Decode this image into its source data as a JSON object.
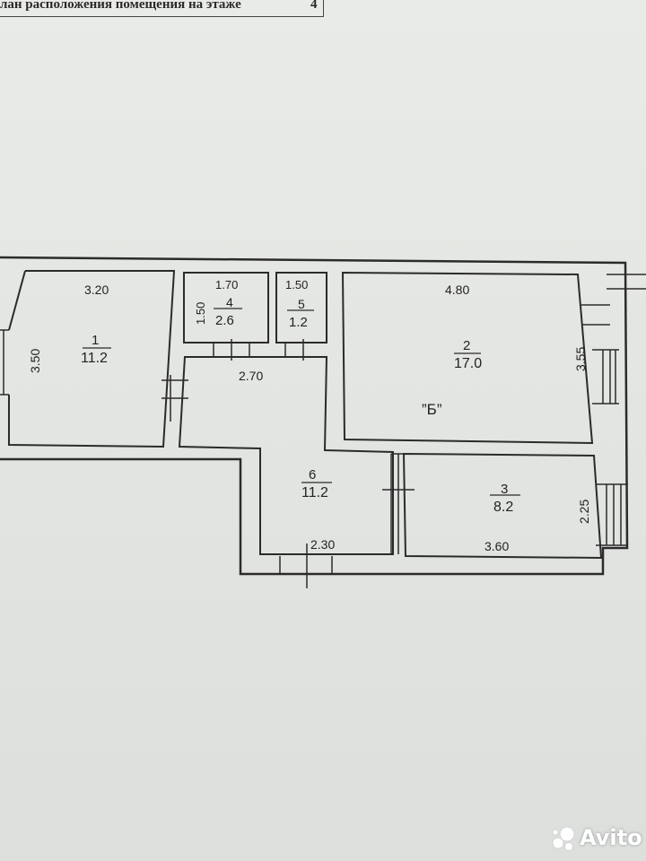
{
  "header": {
    "title": "лан расположения помещения на этаже",
    "floor": "4"
  },
  "rooms": [
    {
      "number": "1",
      "area": "11.2",
      "width": "3.20",
      "height": "3.50"
    },
    {
      "number": "2",
      "area": "17.0",
      "width": "4.80",
      "height": "3.55",
      "mark": "”Б”"
    },
    {
      "number": "3",
      "area": "8.2",
      "width": "3.60",
      "height": "2.25"
    },
    {
      "number": "4",
      "area": "2.6",
      "width": "1.70",
      "height": "1.50"
    },
    {
      "number": "5",
      "area": "1.2",
      "width": "1.50"
    },
    {
      "number": "6",
      "area": "11.2",
      "width": "2.70",
      "bottom": "2.30"
    }
  ],
  "watermark": {
    "text": "Avito"
  }
}
